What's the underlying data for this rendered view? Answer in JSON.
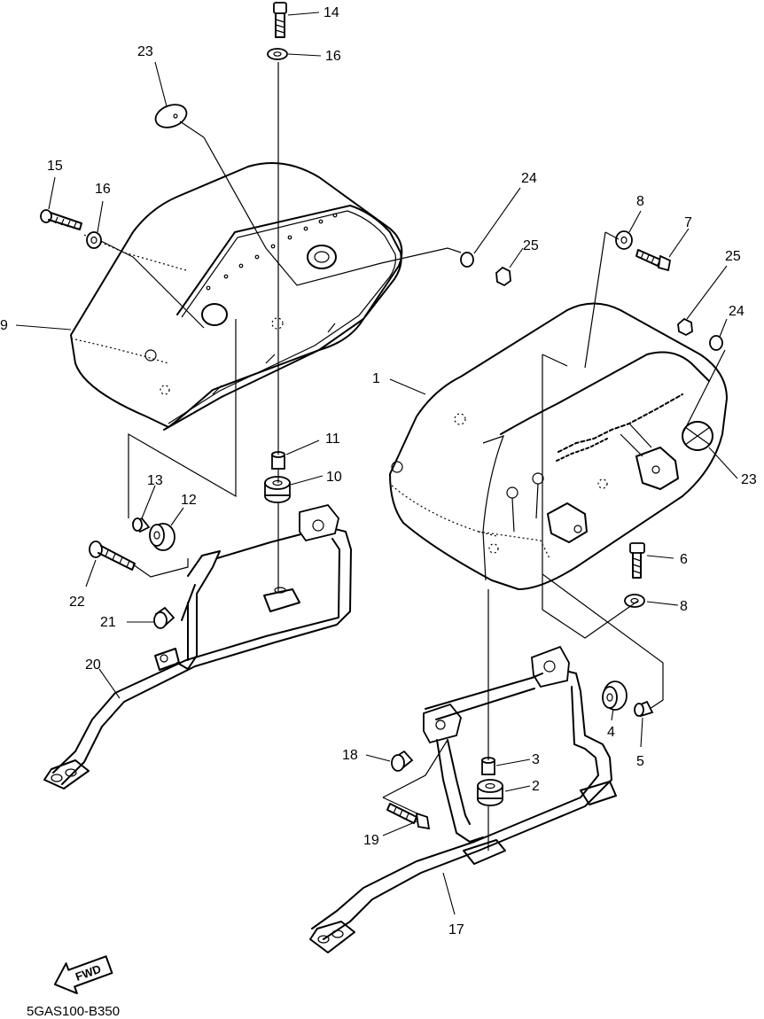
{
  "diagram": {
    "part_code": "5GAS100-B350",
    "fwd_label": "FWD",
    "callouts": [
      "14",
      "16",
      "23",
      "15",
      "16",
      "9",
      "24",
      "25",
      "8",
      "7",
      "25",
      "24",
      "1",
      "23",
      "11",
      "10",
      "13",
      "12",
      "22",
      "21",
      "20",
      "6",
      "8",
      "4",
      "5",
      "18",
      "3",
      "2",
      "19",
      "17"
    ]
  }
}
